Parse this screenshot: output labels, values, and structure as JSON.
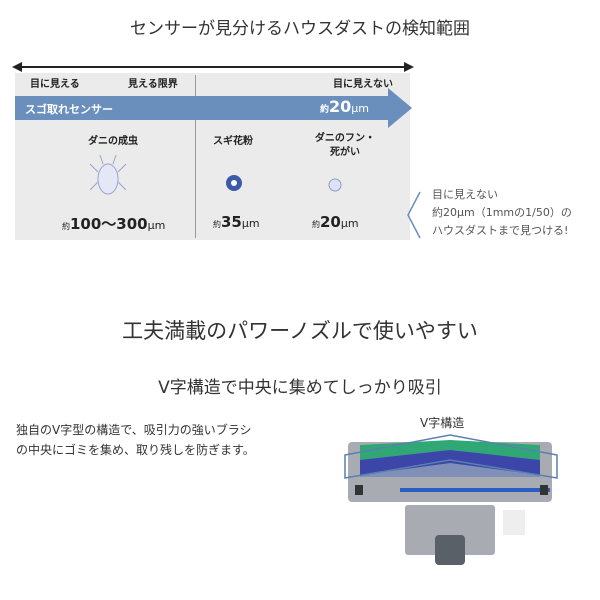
{
  "title": "センサーが見分けるハウスダストの検知範囲",
  "scale": {
    "visible": "目に見える",
    "limit": "見える限界",
    "invisible": "目に見えない"
  },
  "sensor": {
    "label": "スゴ取れセンサー",
    "prefix": "約",
    "value": "20",
    "unit": "µm"
  },
  "items": [
    {
      "name": "ダニの成虫",
      "prefix": "約",
      "value": "100～300",
      "unit": "µm"
    },
    {
      "name": "スギ花粉",
      "prefix": "約",
      "value": "35",
      "unit": "µm"
    },
    {
      "name_line1": "ダニのフン・",
      "name_line2": "死がい",
      "prefix": "約",
      "value": "20",
      "unit": "µm"
    }
  ],
  "callout": {
    "line1": "目に見えない",
    "line2": "約20µm（1mmの1/50）の",
    "line3": "ハウスダストまで見つける!"
  },
  "section2": {
    "title": "工夫満載のパワーノズルで使いやすい",
    "subtitle": "V字構造で中央に集めてしっかり吸引",
    "para_line1": "独自のV字型の構造で、吸引力の強いブラシ",
    "para_line2": "の中央にゴミを集め、取り残しを防ぎます。",
    "nozzle_label": "V字構造"
  },
  "colors": {
    "band": "#6a8fbd",
    "panel": "#ebebeb"
  }
}
